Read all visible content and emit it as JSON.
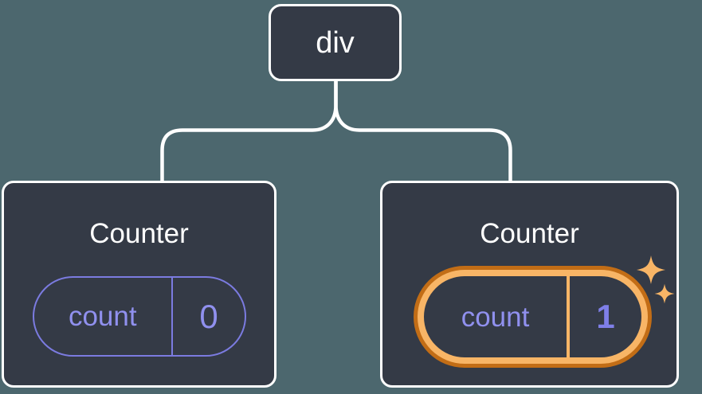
{
  "diagram": {
    "type": "component-tree",
    "colors": {
      "background": "#4c676e",
      "node_fill": "#343a46",
      "node_border": "#ffffff",
      "connector": "#ffffff",
      "state_purple_text": "#9090ee",
      "state_purple_border": "#7b7be0",
      "highlight_orange_light": "#f8b566",
      "highlight_orange_dark": "#c26d16",
      "value_bold_purple": "#7f7fe8"
    },
    "root": {
      "label": "div"
    },
    "children": [
      {
        "title": "Counter",
        "state": {
          "key": "count",
          "value": "0"
        },
        "highlighted": false
      },
      {
        "title": "Counter",
        "state": {
          "key": "count",
          "value": "1"
        },
        "highlighted": true,
        "decoration": "sparkles-icon"
      }
    ]
  }
}
